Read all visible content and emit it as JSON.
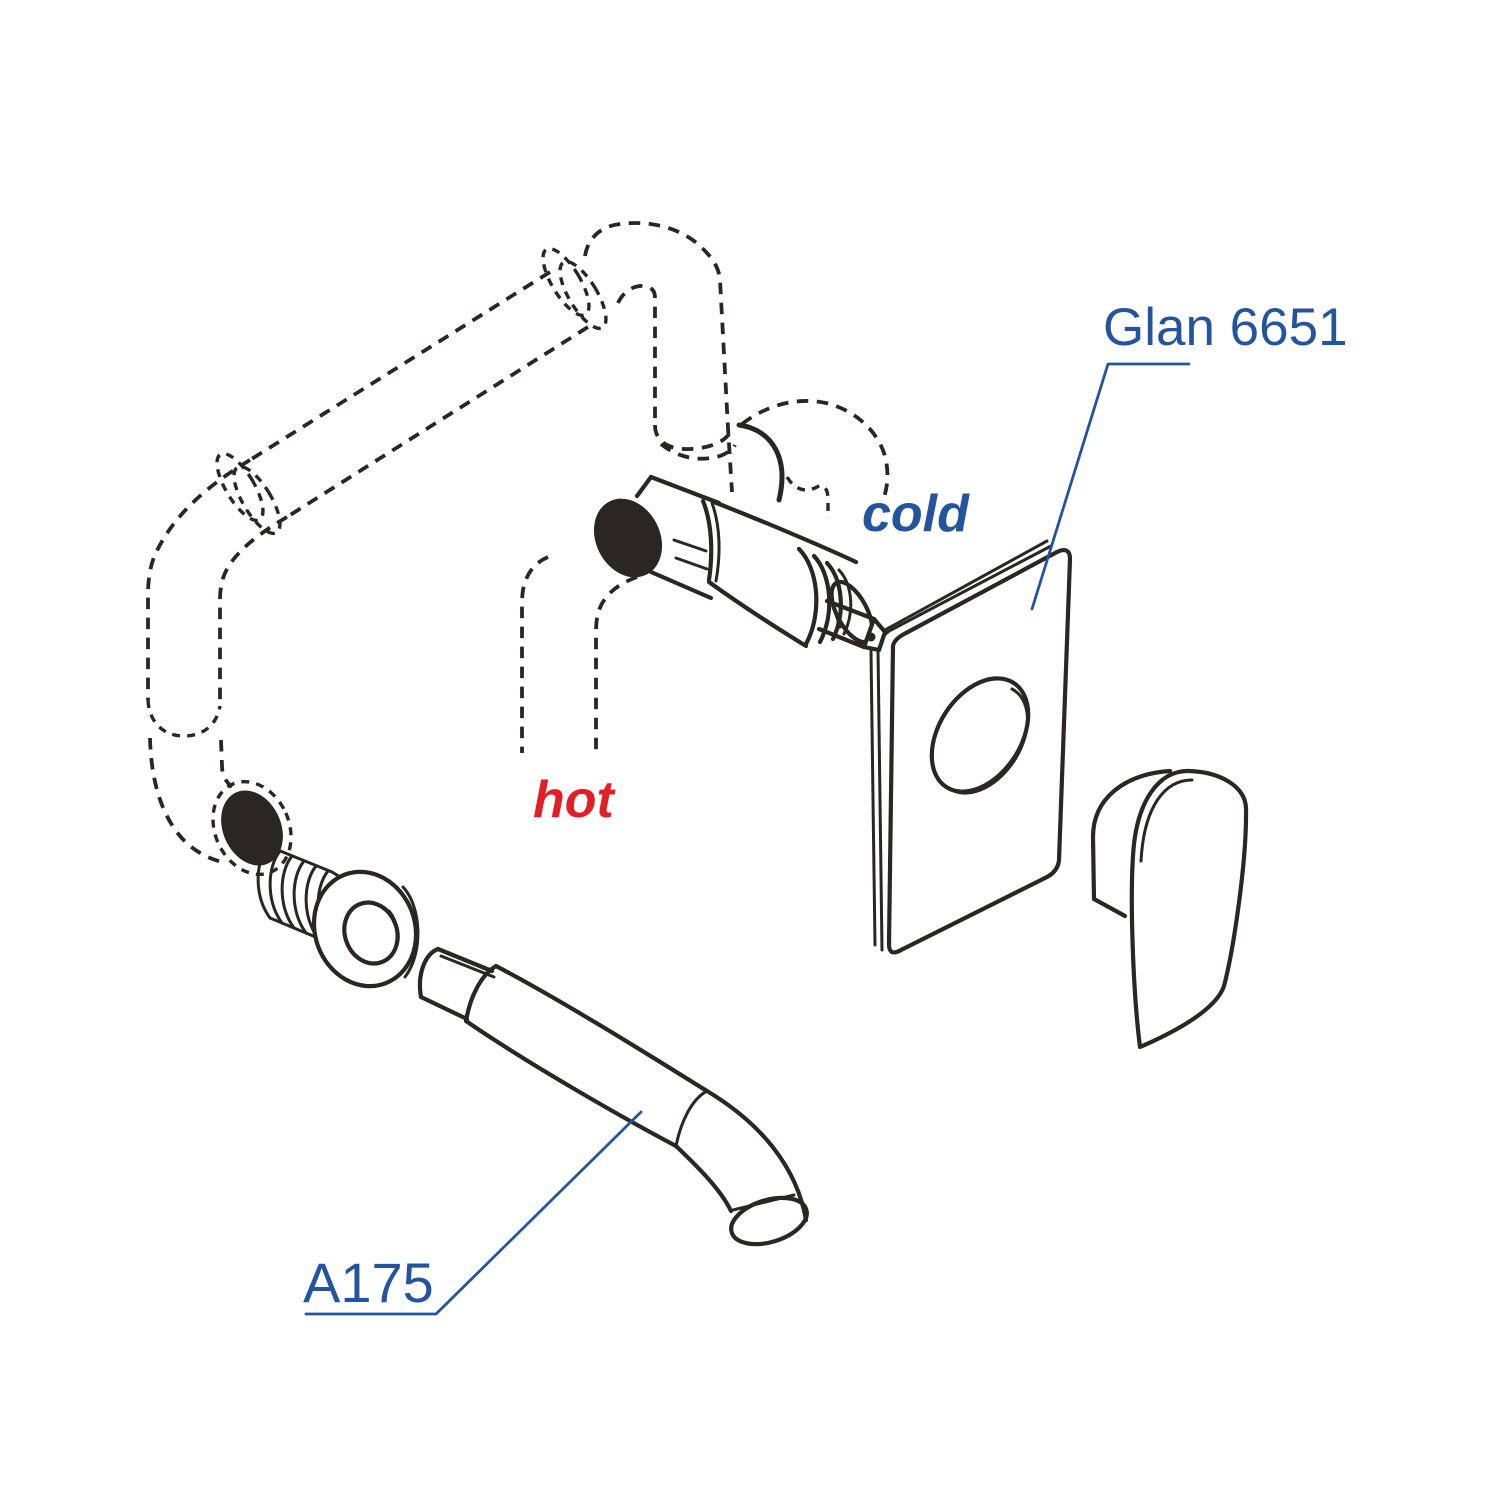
{
  "page": {
    "background": "#FFFFFF"
  },
  "labels": {
    "model": "Glan 6651",
    "spout_model": "A175",
    "cold": "cold",
    "hot": "hot"
  },
  "colors": {
    "accent-blue": "#24549E",
    "hot-red": "#E01F26",
    "line-dark": "#2B2626",
    "background": "#FFFFFF"
  }
}
